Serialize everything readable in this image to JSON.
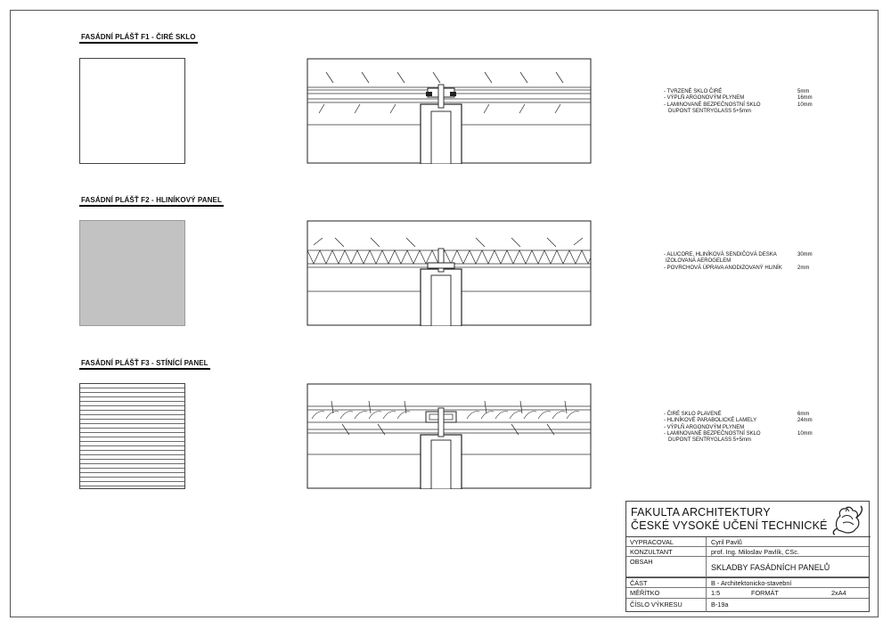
{
  "sections": [
    {
      "title": "FASÁDNÍ PLÁŠŤ F1 - ČIRÉ SKLO",
      "specs": [
        {
          "label": "- TVRZENÉ SKLO ČIRÉ",
          "value": "5mm"
        },
        {
          "label": "- VÝPLŇ ARGONOVÝM PLYNEM",
          "value": "16mm"
        },
        {
          "label": "- LAMINOVANÉ BEZPEČNOSTNÍ SKLO",
          "value": "10mm"
        },
        {
          "label": "DUPONT SENTRYGLASS 5+5mm",
          "value": ""
        }
      ]
    },
    {
      "title": "FASÁDNÍ PLÁŠŤ F2 - HLINÍKOVÝ PANEL",
      "specs": [
        {
          "label": "- ALUCORE, HLINÍKOVÁ SENDIČOVÁ DESKA",
          "value": "30mm"
        },
        {
          "label": "IZOLOVANÁ AEROGELEM",
          "value": ""
        },
        {
          "label": "- POVRCHOVÁ ÚPRAVA ANODIZOVANÝ HLINÍK",
          "value": "2mm"
        }
      ]
    },
    {
      "title": "FASÁDNÍ PLÁŠŤ F3 - STÍNÍCÍ PANEL",
      "specs": [
        {
          "label": "- ČIRÉ SKLO PLAVENÉ",
          "value": "6mm"
        },
        {
          "label": "- HLINÍKOVÉ PARABOLICKÉ LAMELY",
          "value": "24mm"
        },
        {
          "label": "- VÝPLŇ ARGONOVÝM PLYNEM",
          "value": ""
        },
        {
          "label": "- LAMINOVANÉ BEZPEČNOSTNÍ SKLO",
          "value": "10mm"
        },
        {
          "label": "DUPONT SENTRYGLASS 5+5mm",
          "value": ""
        }
      ]
    }
  ],
  "titleblock": {
    "school_line1": "FAKULTA ARCHITEKTURY",
    "school_line2": "ČESKÉ VYSOKÉ UČENÍ TECHNICKÉ",
    "vypracoval_label": "VYPRACOVAL",
    "vypracoval_value": "Cyril Pavlů",
    "konzultant_label": "KONZULTANT",
    "konzultant_value": "prof. Ing. Miloslav Pavlík, CSc.",
    "obsah_label": "OBSAH",
    "obsah_value": "SKLADBY FASÁDNÍCH PANELŮ",
    "cast_label": "ČÁST",
    "cast_value": "B - Architektonicko-stavební",
    "meritko_label": "MĚŘÍTKO",
    "meritko_value": "1:5",
    "format_label": "FORMÁT",
    "format_value": "2xA4",
    "cislo_label": "ČÍSLO VÝKRESU",
    "cislo_value": "B-19a"
  }
}
